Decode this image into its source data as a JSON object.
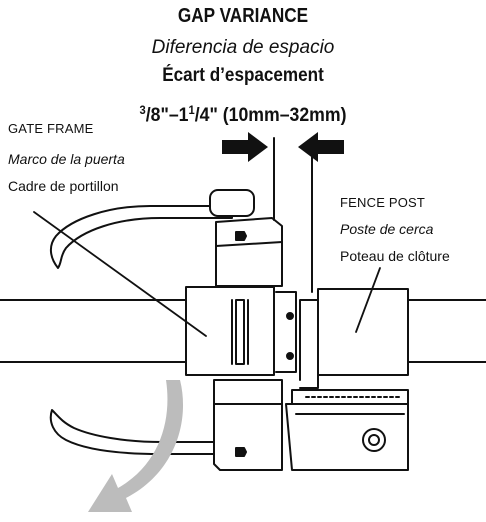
{
  "header": {
    "title_en": "GAP VARIANCE",
    "title_es": "Diferencia de espacio",
    "title_fr": "Écart d’espacement",
    "range_prefix": "3",
    "range_mid1": "/8\"–1",
    "range_sup2": "1",
    "range_mid2": "/4\" (10mm–32mm)"
  },
  "labels": {
    "gate_frame": {
      "en": "GATE FRAME",
      "es": "Marco de la puerta",
      "fr": "Cadre de portillon"
    },
    "fence_post": {
      "en": "FENCE POST",
      "es": "Poste de cerca",
      "fr": "Poteau de clôture"
    }
  },
  "icons": {
    "gap_arrow_left": "arrow-right-icon",
    "gap_arrow_right": "arrow-left-icon",
    "swing_arrow": "curved-arrow-icon"
  },
  "colors": {
    "ink": "#111111",
    "swing_arrow": "#bcbcbc",
    "fill": "#ffffff"
  }
}
